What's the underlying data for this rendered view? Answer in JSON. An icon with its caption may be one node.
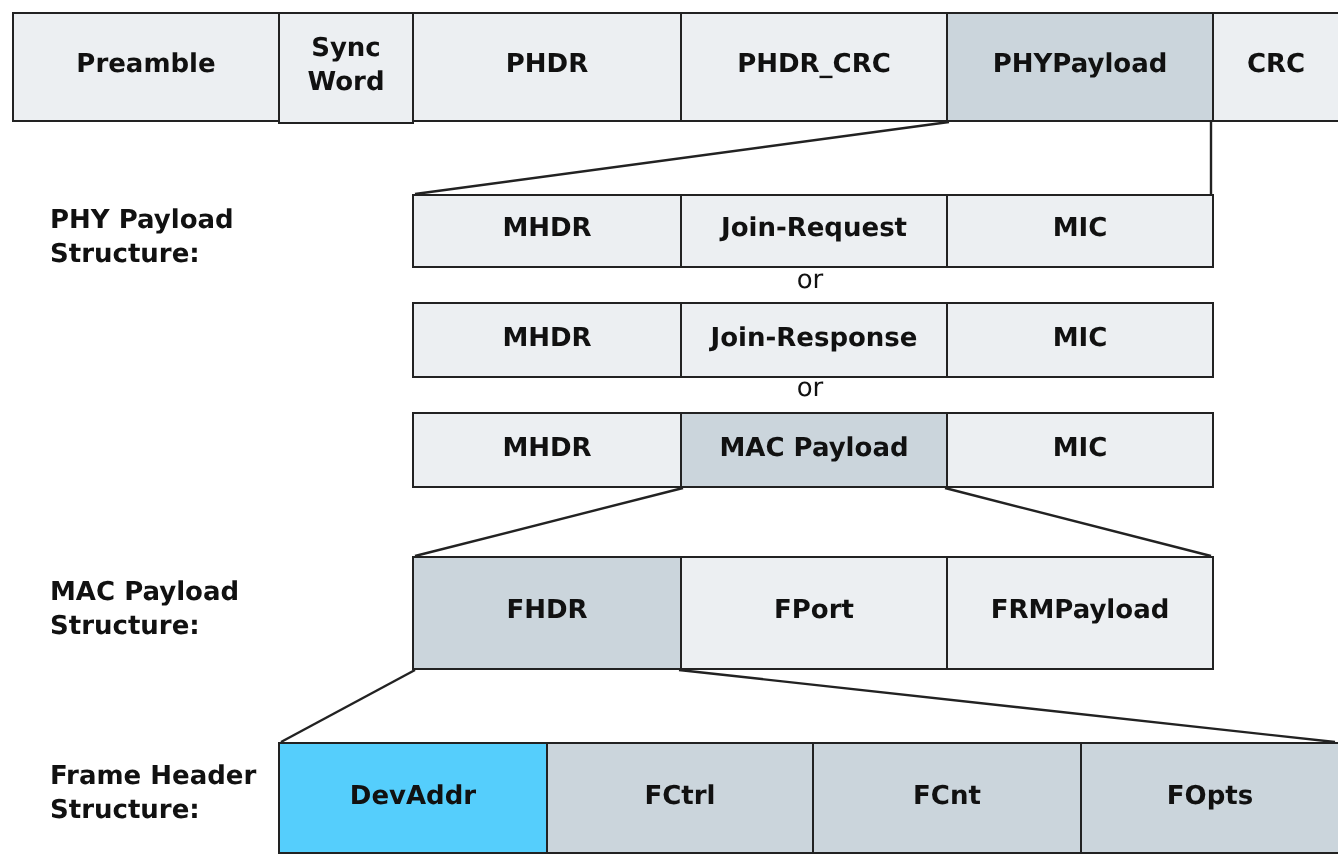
{
  "diagram": {
    "nodes": [
      {
        "text": [
          "Preamble"
        ]
      },
      {
        "text": [
          "Sync Word"
        ]
      },
      {
        "text": [
          "PHDR"
        ]
      },
      {
        "text": [
          "PHDR_CRC"
        ]
      },
      {
        "text": [
          "PHYPayload"
        ]
      },
      {
        "text": [
          "CRC"
        ]
      },
      {
        "text": [
          "MHDR"
        ]
      },
      {
        "text": [
          "Join-Request"
        ]
      },
      {
        "text": [
          "MIC"
        ]
      },
      {
        "text": [
          "MHDR"
        ]
      },
      {
        "text": [
          "Join-Response"
        ]
      },
      {
        "text": [
          "MIC"
        ]
      },
      {
        "text": [
          "MHDR"
        ]
      },
      {
        "text": [
          "MAC Payload"
        ]
      },
      {
        "text": [
          "MIC"
        ]
      },
      {
        "text": [
          "FHDR"
        ]
      },
      {
        "text": [
          "FPort"
        ]
      },
      {
        "text": [
          "FRMPayload"
        ]
      },
      {
        "text": [
          "DevAddr"
        ]
      },
      {
        "text": [
          "FCtrl"
        ]
      },
      {
        "text": [
          "FCnt"
        ]
      },
      {
        "text": [
          "FOpts"
        ]
      }
    ],
    "edges": [
      {
        "from": 4,
        "to": 6,
        "arrow": "none"
      },
      {
        "from": 4,
        "to": 8,
        "arrow": "none"
      },
      {
        "from": 13,
        "to": 15,
        "arrow": "none"
      },
      {
        "from": 13,
        "to": 17,
        "arrow": "none"
      },
      {
        "from": 15,
        "to": 18,
        "arrow": "none"
      },
      {
        "from": 15,
        "to": 21,
        "arrow": "none"
      }
    ],
    "labels": [
      "PHY Payload Structure:",
      "or",
      "or",
      "MAC Payload Structure:",
      "Frame Header Structure:"
    ]
  }
}
